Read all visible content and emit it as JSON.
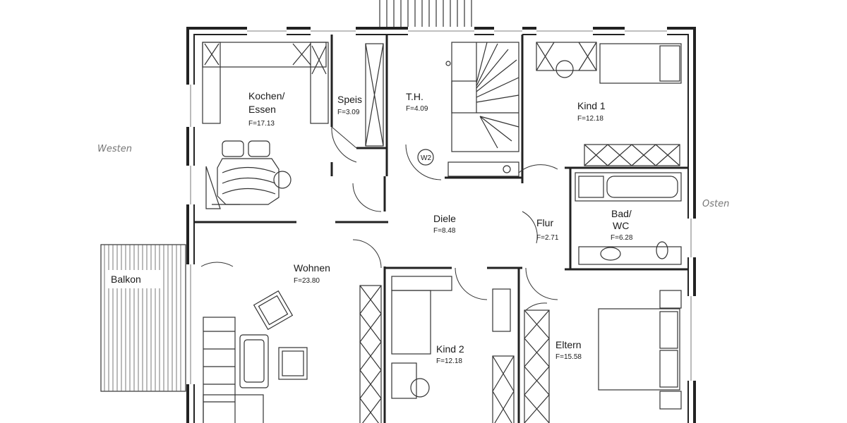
{
  "colors": {
    "ink": "#222222",
    "paper": "#ffffff",
    "handwriting": "#777777"
  },
  "compass": {
    "west": "Westen",
    "east": "Osten"
  },
  "rooms": {
    "kochen": {
      "label_line1": "Kochen/",
      "label_line2": "Essen",
      "area": "F=17.13"
    },
    "speis": {
      "label": "Speis",
      "area": "F=3.09"
    },
    "th": {
      "label": "T.H.",
      "area": "F=4.09"
    },
    "kind1": {
      "label": "Kind  1",
      "area": "F=12.18"
    },
    "bad": {
      "label_line1": "Bad/",
      "label_line2": "WC",
      "area": "F=6.28"
    },
    "diele": {
      "label": "Diele",
      "area": "F=8.48"
    },
    "flur": {
      "label": "Flur",
      "area": "F=2.71"
    },
    "wohnen": {
      "label": "Wohnen",
      "area": "F=23.80"
    },
    "kind2": {
      "label": "Kind  2",
      "area": "F=12.18"
    },
    "eltern": {
      "label": "Eltern",
      "area": "F=15.58"
    },
    "balkon": {
      "label": "Balkon"
    }
  },
  "symbols": {
    "w2": "W2"
  }
}
